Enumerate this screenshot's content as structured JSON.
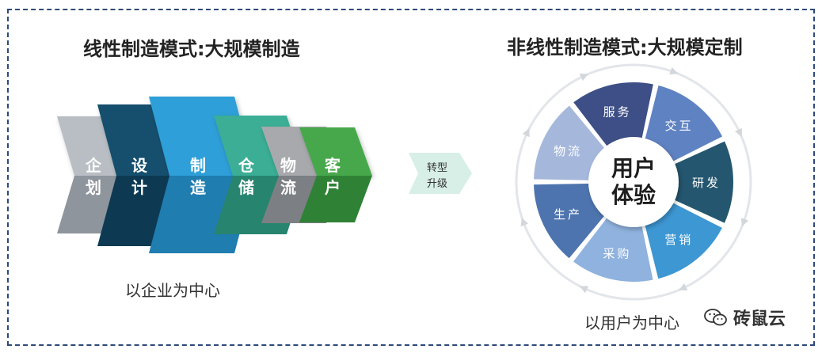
{
  "left": {
    "title": "线性制造模式:大规模制造",
    "caption": "以企业为中心",
    "steps": [
      {
        "label": "企划",
        "color": "#b9bec4",
        "color_dark": "#8f959c"
      },
      {
        "label": "设计",
        "color": "#14506e",
        "color_dark": "#0d3a52"
      },
      {
        "label": "制造",
        "color": "#2f9fd8",
        "color_dark": "#1f7db0"
      },
      {
        "label": "仓储",
        "color": "#3aae95",
        "color_dark": "#27846f"
      },
      {
        "label": "物流",
        "color": "#a7a9ac",
        "color_dark": "#7c7f83"
      },
      {
        "label": "客户",
        "color": "#47a84c",
        "color_dark": "#2f8235"
      }
    ]
  },
  "middle": {
    "label_line1": "转型",
    "label_line2": "升级"
  },
  "right": {
    "title": "非线性制造模式:大规模定制",
    "caption": "以用户为中心",
    "center_line1": "用户",
    "center_line2": "体验",
    "segments": [
      {
        "label": "服务",
        "color": "#3d4f86"
      },
      {
        "label": "交互",
        "color": "#5f82c2"
      },
      {
        "label": "研发",
        "color": "#24566f"
      },
      {
        "label": "营销",
        "color": "#3d97d3"
      },
      {
        "label": "采购",
        "color": "#8fb2de"
      },
      {
        "label": "生产",
        "color": "#4d74ae"
      },
      {
        "label": "物流",
        "color": "#a5b8dc"
      }
    ]
  },
  "watermark": {
    "text": "砖鼠云"
  }
}
